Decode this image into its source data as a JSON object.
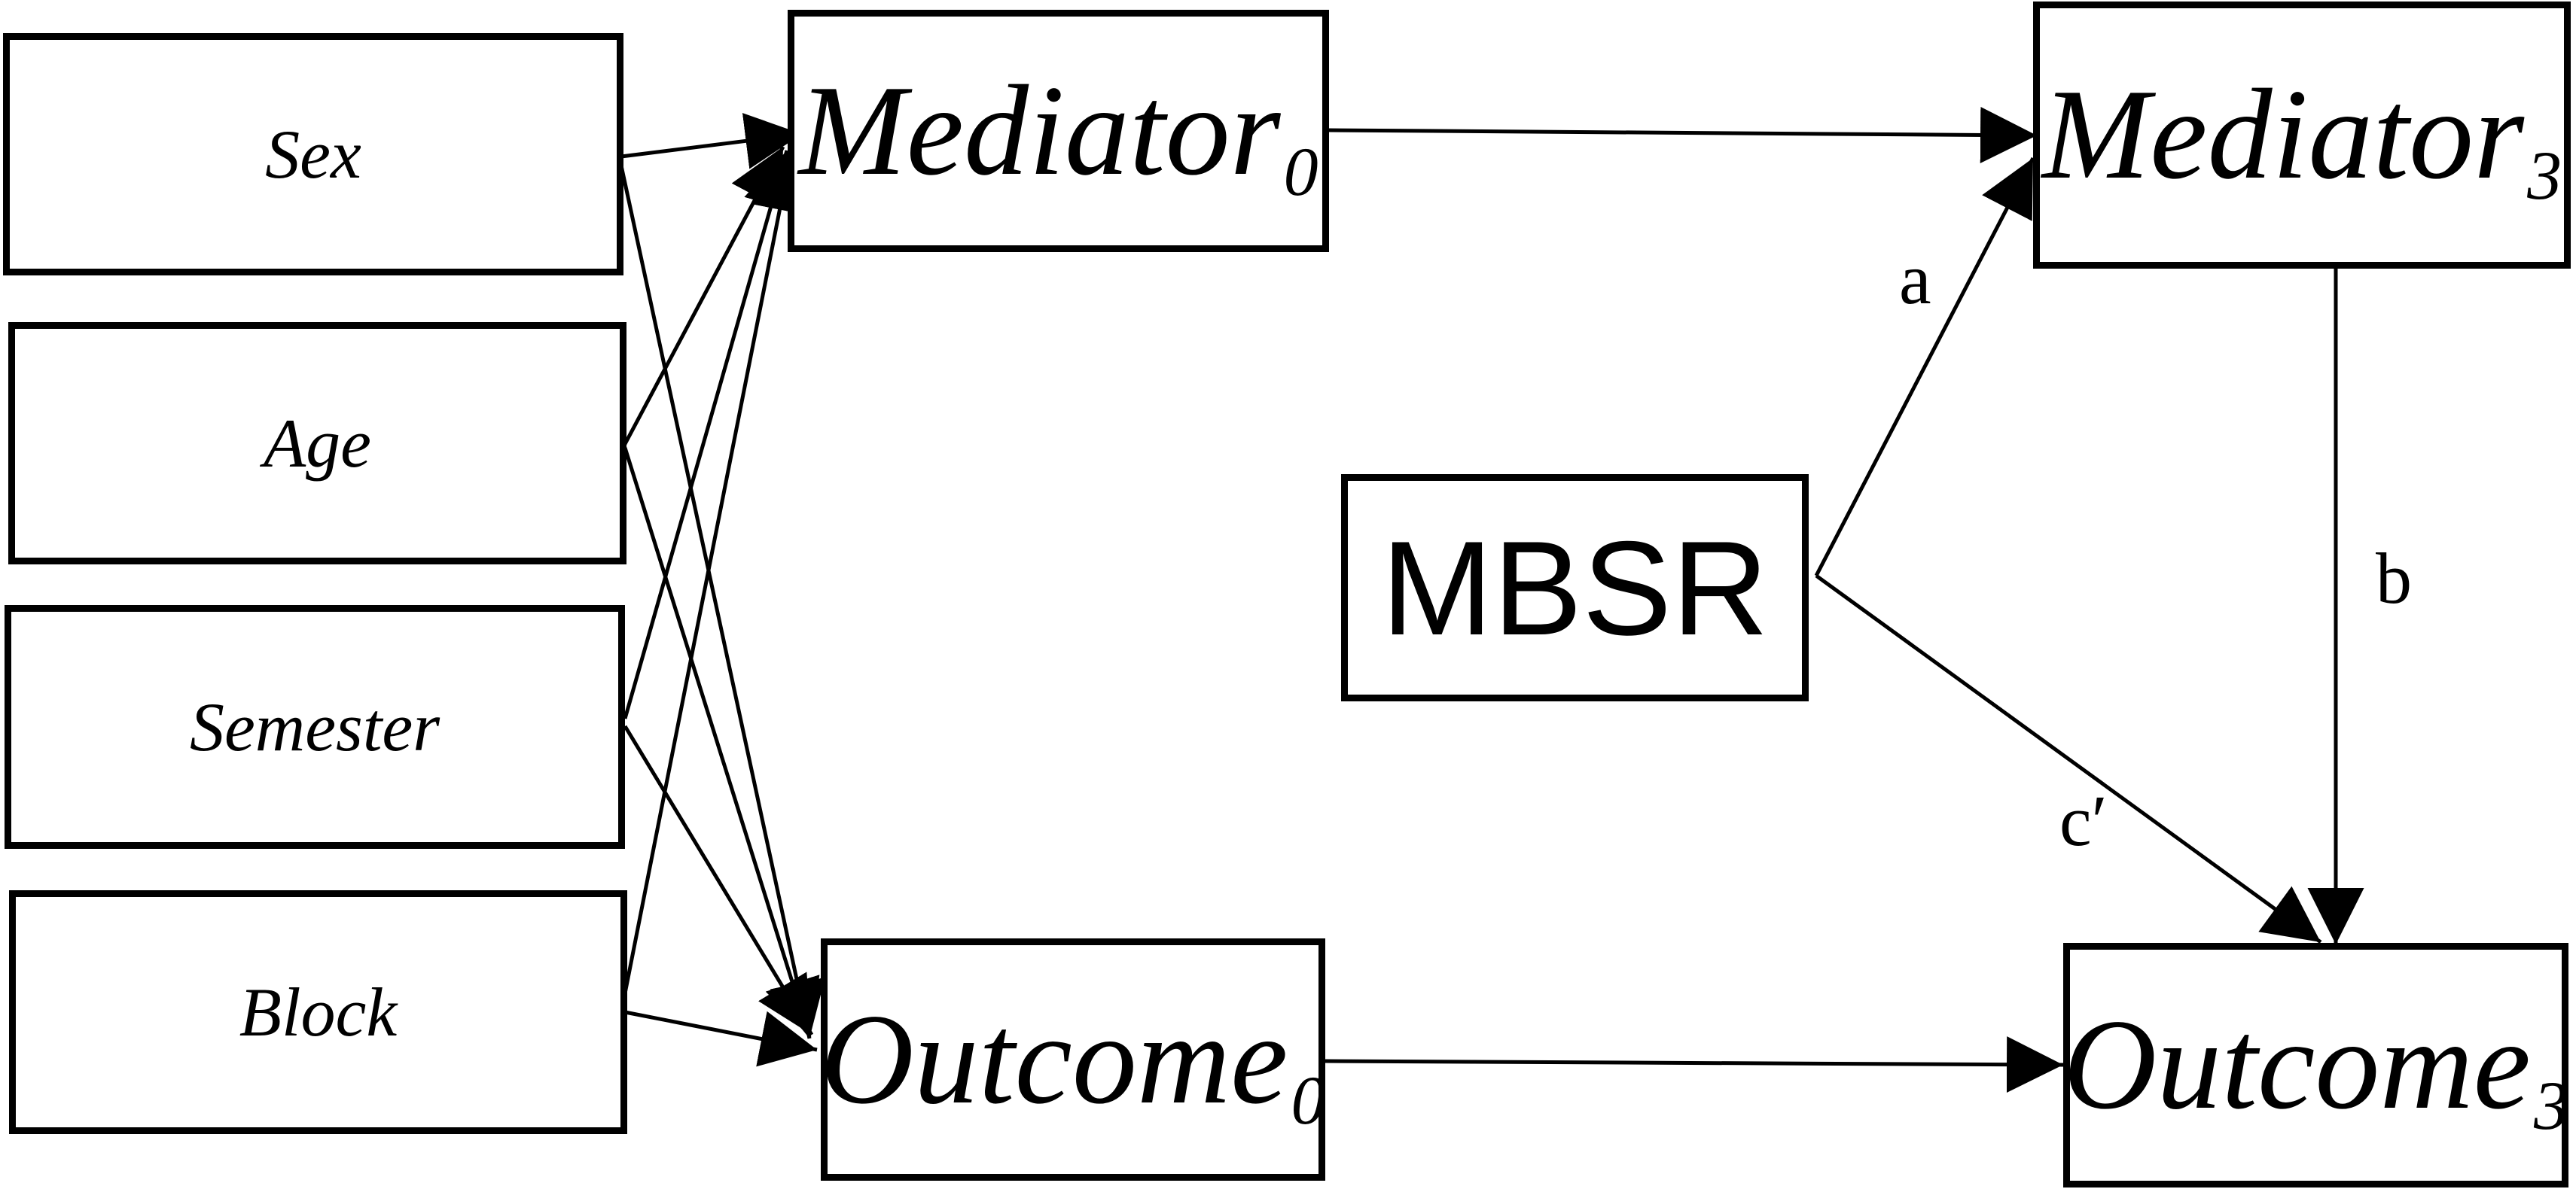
{
  "covariates": {
    "sex": "Sex",
    "age": "Age",
    "semester": "Semester",
    "block": "Block"
  },
  "mediator_baseline": {
    "name": "Mediator",
    "subscript": "0"
  },
  "mediator_followup": {
    "name": "Mediator",
    "subscript": "3"
  },
  "outcome_baseline": {
    "name": "Outcome",
    "subscript": "0"
  },
  "outcome_followup": {
    "name": "Outcome",
    "subscript": "3"
  },
  "intervention": "MBSR",
  "paths": {
    "a": "a",
    "b": "b",
    "c_prime": "c′"
  }
}
